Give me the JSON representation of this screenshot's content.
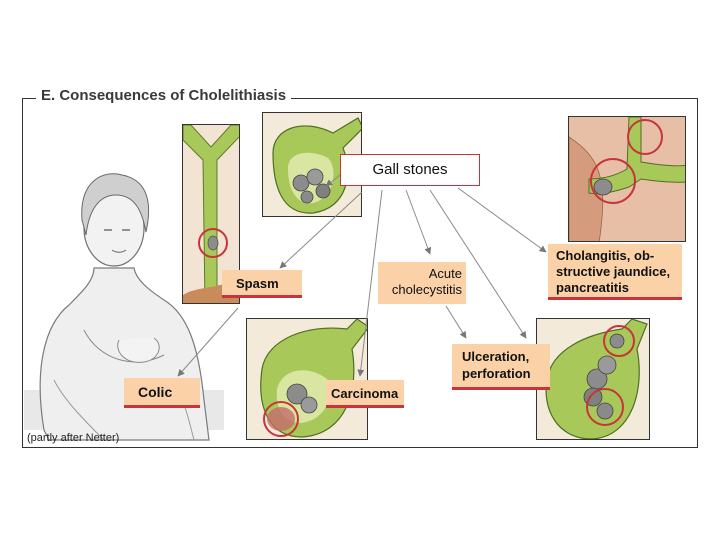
{
  "title": "E. Consequences of Cholelithiasis",
  "center": {
    "text": "Gall stones"
  },
  "labels": {
    "spasm": "Spasm",
    "colic": "Colic",
    "acute_line1": "Acute",
    "acute_line2": "cholecystitis",
    "carcinoma": "Carcinoma",
    "ulceration_line1": "Ulceration,",
    "ulceration_line2": "perforation",
    "chol_line1": "Cholangitis, ob-",
    "chol_line2": "structive jaundice,",
    "chol_line3": "pancreatitis"
  },
  "credit": "(partly after Netter)",
  "colors": {
    "accent_red": "#c8343b",
    "label_fill": "#fbd2a8",
    "gallbladder_green": "#a8c95a",
    "stone_gray": "#8c8c8c",
    "tissue": "#d9a88c"
  },
  "icons": {
    "patient": "seated-woman-sketch",
    "duct": "bile-duct-with-stone",
    "gallbladder": "gallbladder-with-stones"
  }
}
